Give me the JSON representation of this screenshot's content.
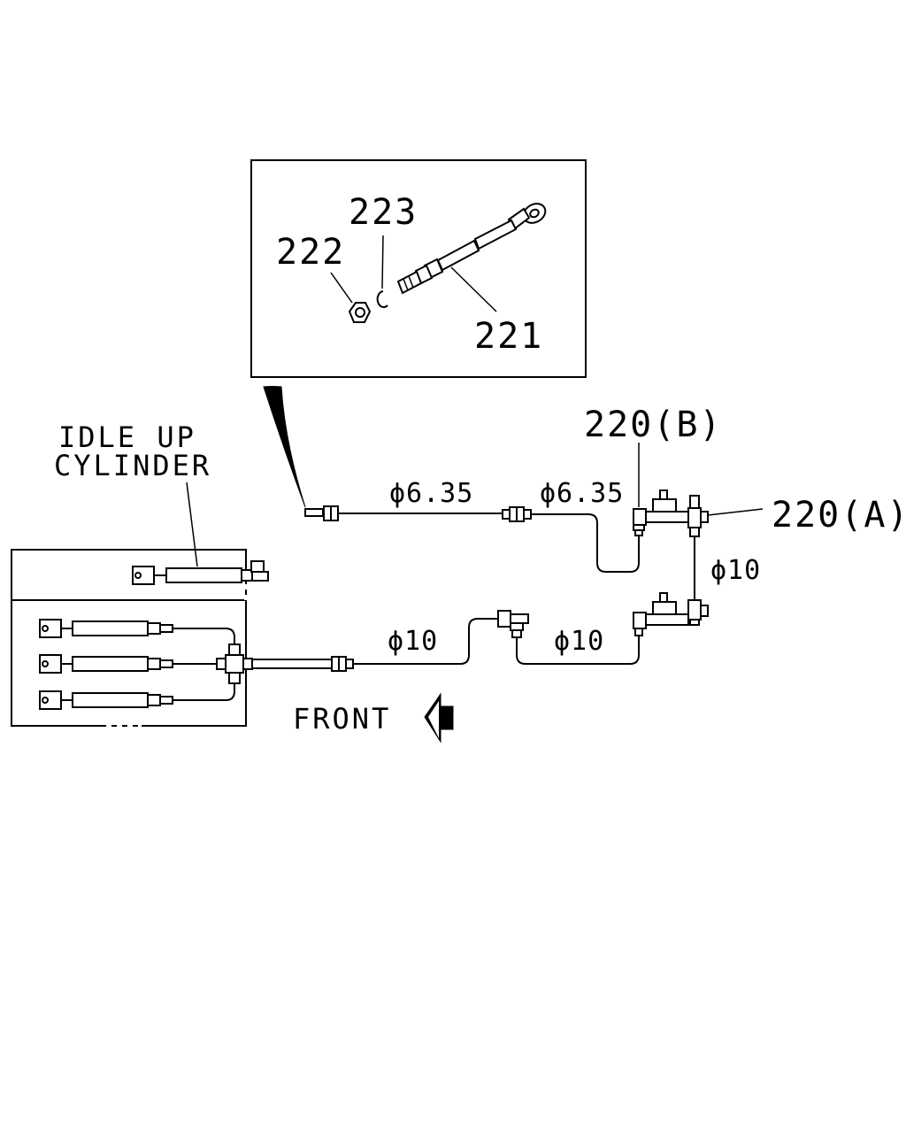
{
  "labels": {
    "part_221": "221",
    "part_222": "222",
    "part_223": "223",
    "part_220b": "220(B)",
    "part_220a": "220(A)",
    "idle_up_line1": "IDLE UP",
    "idle_up_line2": "CYLINDER",
    "pipe_top_left": "ϕ6.35",
    "pipe_top_right": "ϕ6.35",
    "pipe_right_vertical": "ϕ10",
    "pipe_bottom_left": "ϕ10",
    "pipe_bottom_right": "ϕ10",
    "front": "FRONT"
  },
  "icons": {
    "front_arrow": "left-arrow-icon"
  },
  "colors": {
    "line": "#000000",
    "background": "#ffffff"
  }
}
